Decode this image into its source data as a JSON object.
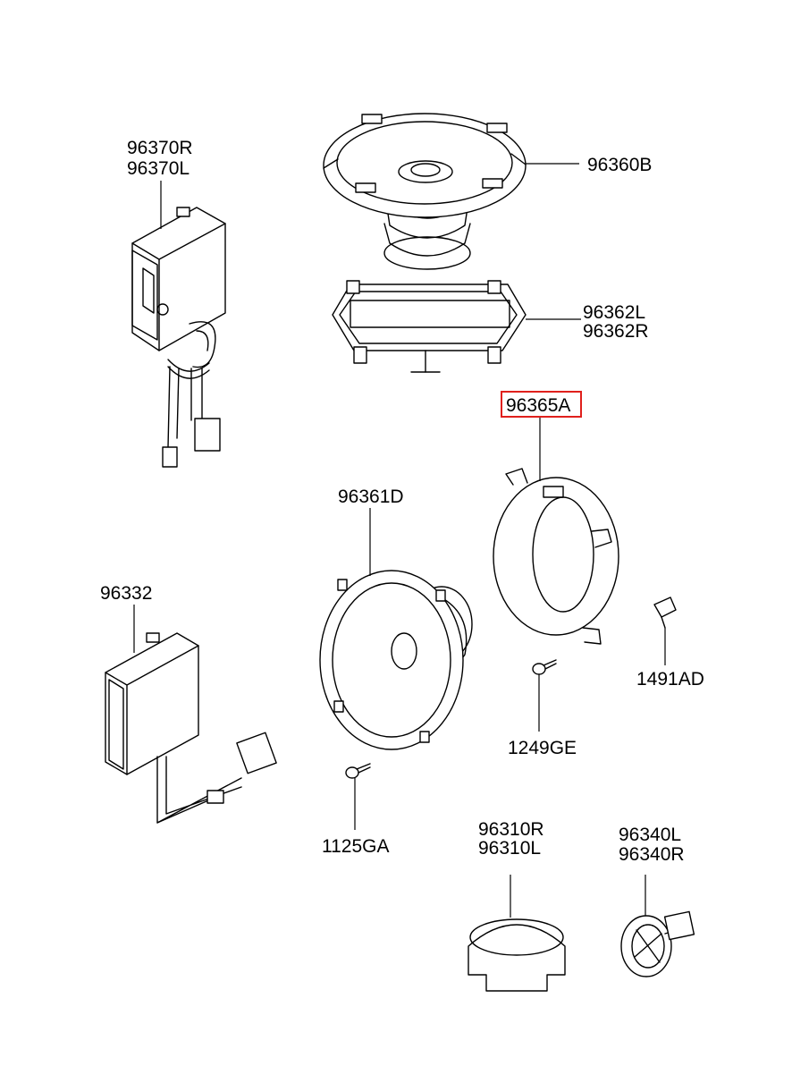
{
  "labels": {
    "amp_rear": [
      "96370R",
      "96370L"
    ],
    "speaker_oval": "96360B",
    "bracket_oval": [
      "96362L",
      "96362R"
    ],
    "spacer_ring": "96365A",
    "speaker_round": "96361D",
    "amp_front": "96332",
    "clip": "1491AD",
    "screw_ring": "1249GE",
    "screw_speaker": "1125GA",
    "grille_cap": [
      "96310R",
      "96310L"
    ],
    "tweeter": [
      "96340L",
      "96340R"
    ]
  },
  "highlight_color": "#e0201c"
}
